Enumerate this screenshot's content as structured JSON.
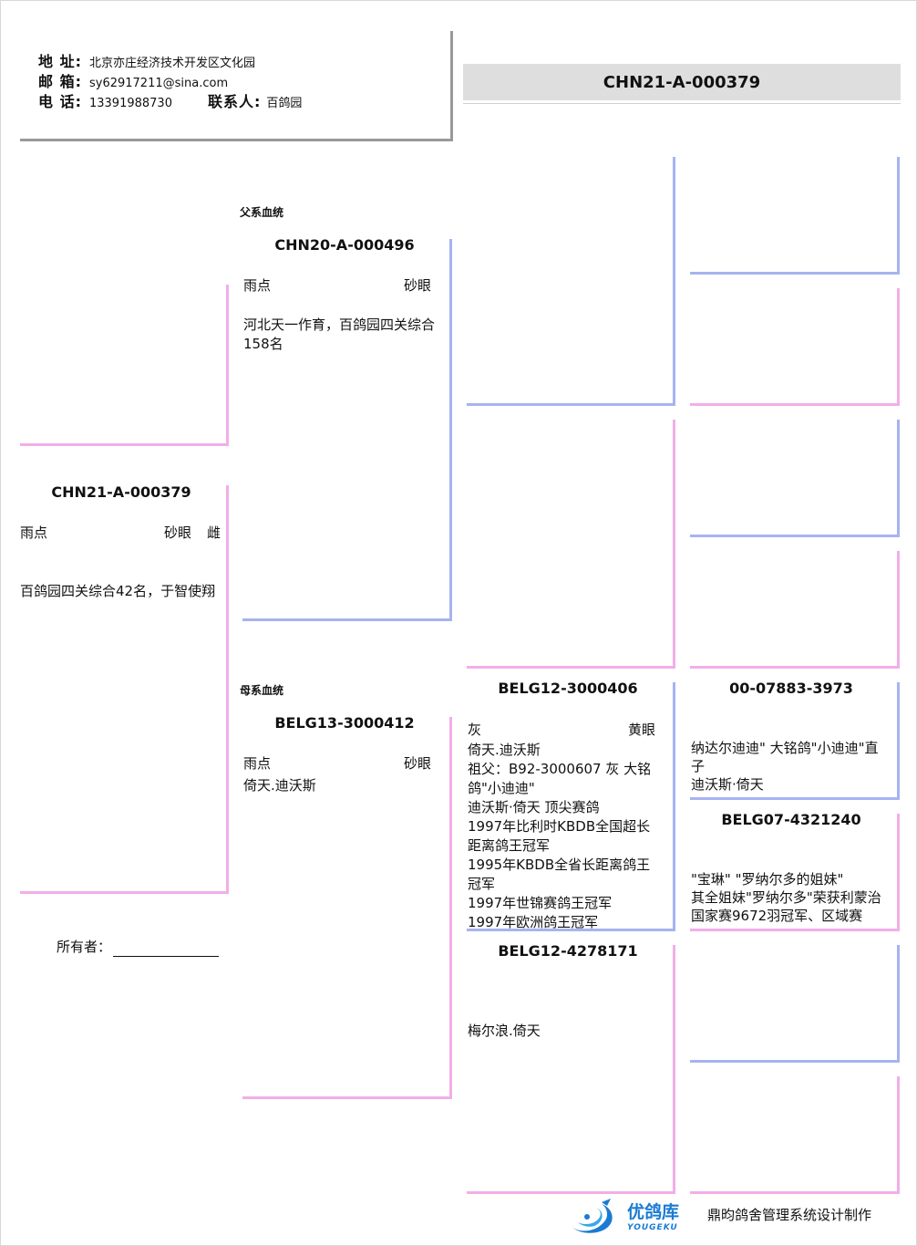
{
  "contact": {
    "address_label": "地 址:",
    "address": "北京亦庄经济技术开发区文化园",
    "email_label": "邮 箱:",
    "email": "sy62917211@sina.com",
    "phone_label": "电 话:",
    "phone": "13391988730",
    "contact_label": "联系人:",
    "contact_name": "百鸽园"
  },
  "header_ring": "CHN21-A-000379",
  "subject": {
    "ring": "CHN21-A-000379",
    "color": "雨点",
    "eye": "砂眼",
    "sex": "雌",
    "note": "百鸽园四关综合42名，于智使翔"
  },
  "owner_label": "所有者：",
  "sire_label": "父系血统",
  "sire": {
    "ring": "CHN20-A-000496",
    "color": "雨点",
    "eye": "砂眼",
    "note": "河北天一作育，百鸽园四关综合158名"
  },
  "dam_label": "母系血统",
  "dam": {
    "ring": "BELG13-3000412",
    "color": "雨点",
    "eye": "砂眼",
    "note": "倚天.迪沃斯"
  },
  "dam_sire": {
    "ring": "BELG12-3000406",
    "color": "灰",
    "eye": "黄眼",
    "lines": [
      "倚天.迪沃斯",
      "祖父：B92-3000607 灰  大铭鸽\"小迪迪\"",
      "迪沃斯·倚天   顶尖赛鸽",
      "1997年比利时KBDB全国超长距离鸽王冠军",
      "1995年KBDB全省长距离鸽王冠军",
      "1997年世锦赛鸽王冠军",
      "1997年欧洲鸽王冠军"
    ]
  },
  "dam_dam": {
    "ring": "BELG12-4278171",
    "note": "梅尔浪.倚天"
  },
  "dam_sire_sire": {
    "ring": "00-07883-3973",
    "lines": [
      "纳达尔迪迪\"    大铭鸽\"小迪迪\"直子",
      "迪沃斯·倚天"
    ]
  },
  "dam_sire_dam": {
    "ring": "BELG07-4321240",
    "lines": [
      "\"宝琳\"  \"罗纳尔多的姐妹\"",
      "其全姐妹\"罗纳尔多\"荣获利蒙治国家赛9672羽冠军、区域赛"
    ]
  },
  "footer": {
    "logo_cn": "优鸽库",
    "logo_en": "YOUGEKU",
    "credit": "鼎昀鸽舍管理系统设计制作"
  },
  "colors": {
    "sire_line": "#a7b3f0",
    "dam_line": "#f2aee8",
    "band": "#dedede",
    "logo": "#1a7bd3"
  }
}
